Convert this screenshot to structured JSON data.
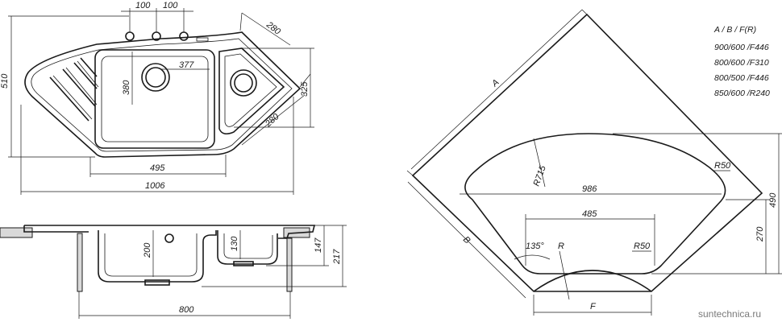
{
  "top_view": {
    "dims": {
      "w1": "100",
      "w2": "100",
      "d_280a": "280",
      "d_325": "325",
      "d_280b": "280",
      "d_510": "510",
      "d_380": "380",
      "d_377": "377",
      "d_495": "495",
      "d_1006": "1006"
    }
  },
  "section_view": {
    "dims": {
      "d_200": "200",
      "d_130": "130",
      "d_147": "147",
      "d_217": "217",
      "d_800": "800"
    }
  },
  "corner_view": {
    "labels": {
      "a": "A",
      "b": "B",
      "f": "F",
      "r": "R",
      "r715": "R715",
      "r50_top": "R50",
      "r50_bottom": "R50",
      "angle": "135°"
    },
    "dims": {
      "d_986": "986",
      "d_485": "485",
      "d_490": "490",
      "d_270": "270"
    }
  },
  "spec_table": {
    "header": "A / B / F(R)",
    "rows": [
      "900/600 /F446",
      "800/600 /F310",
      "800/500 /F446",
      "850/600 /R240"
    ]
  },
  "watermark": "suntechnica.ru"
}
